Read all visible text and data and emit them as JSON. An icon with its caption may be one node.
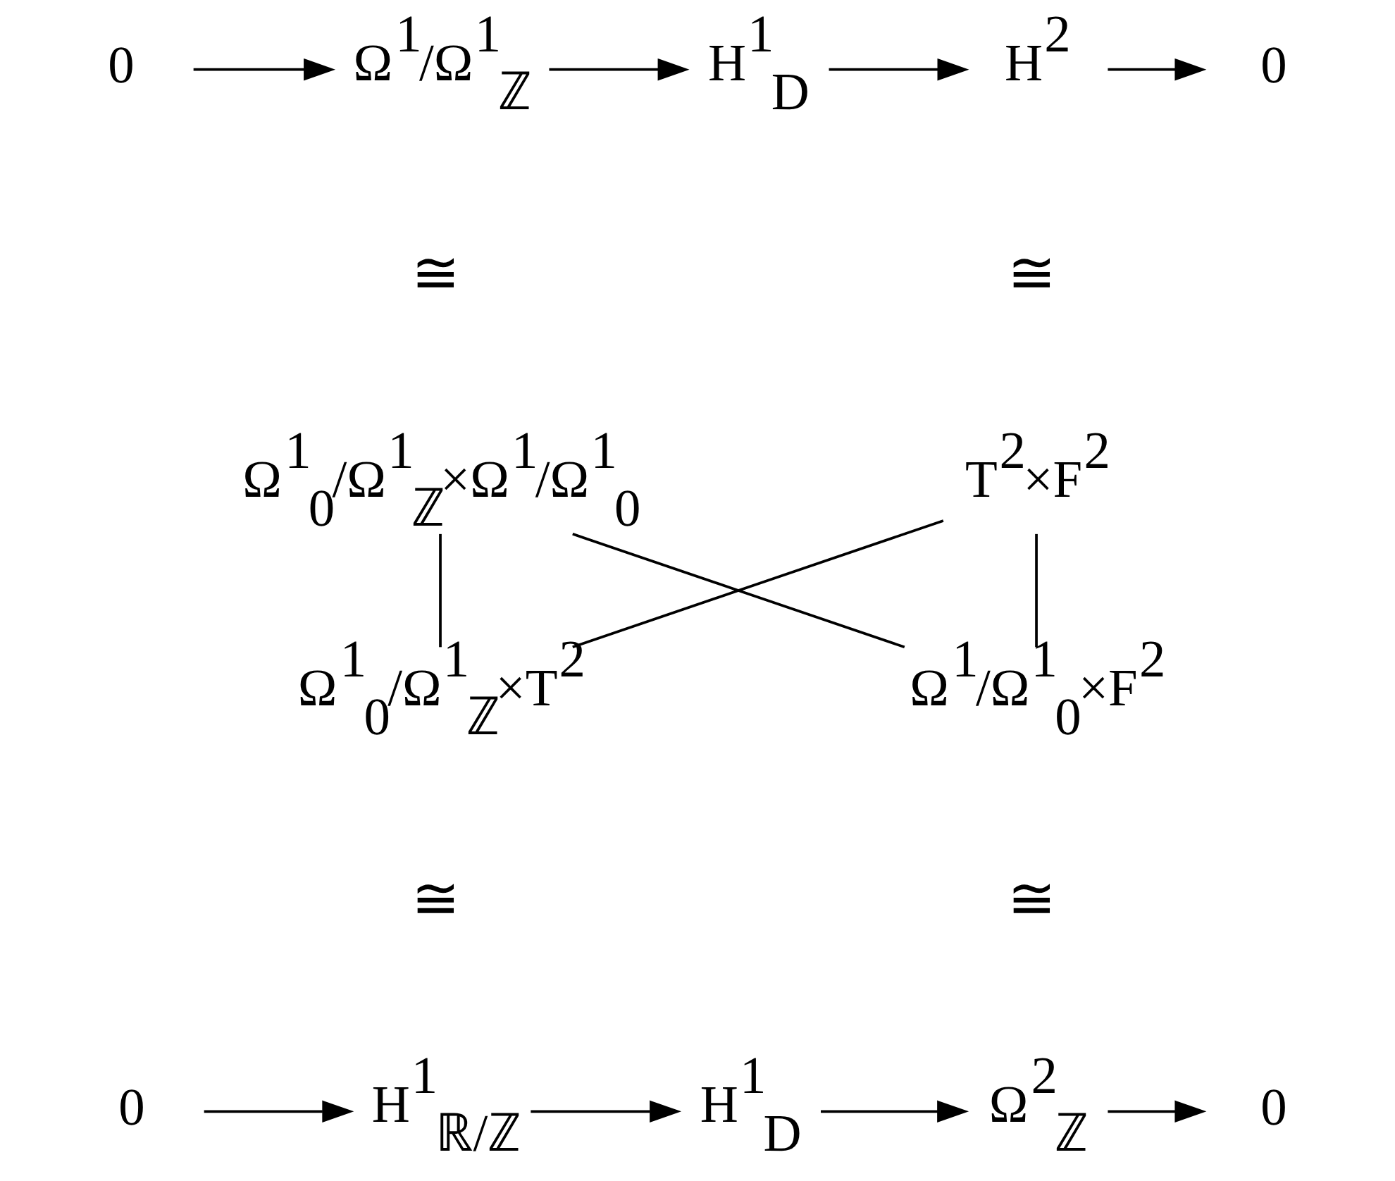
{
  "diagram": {
    "nodes": [
      {
        "text": [
          "0"
        ]
      },
      {
        "text": [
          "Ω$^{1}$/Ω$^{1}$$_{ℤ}$"
        ]
      },
      {
        "text": [
          "H$^{1}$$_{D}$"
        ]
      },
      {
        "text": [
          "H$^{2}$"
        ]
      },
      {
        "text": [
          "0"
        ]
      },
      {
        "text": [
          "Ω$^{1}$$_{0}$/Ω$^{1}$$_{ℤ}$×Ω$^{1}$/Ω$^{1}$$_{0}$"
        ]
      },
      {
        "text": [
          "T$^{2}$×F$^{2}$"
        ]
      },
      {
        "text": [
          "Ω$^{1}$$_{0}$/Ω$^{1}$$_{ℤ}$×T$^{2}$"
        ]
      },
      {
        "text": [
          "Ω$^{1}$/Ω$^{1}$$_{0}$×F$^{2}$"
        ]
      },
      {
        "text": [
          "0"
        ]
      },
      {
        "text": [
          "H$^{1}$$_{ℝ/ℤ}$"
        ]
      },
      {
        "text": [
          "H$^{1}$$_{D}$"
        ]
      },
      {
        "text": [
          "Ω$^{2}$$_{ℤ}$"
        ]
      },
      {
        "text": [
          "0"
        ]
      }
    ],
    "edges": [
      {
        "from": 0,
        "to": 1,
        "arrow": "to"
      },
      {
        "from": 1,
        "to": 2,
        "arrow": "to"
      },
      {
        "from": 2,
        "to": 3,
        "arrow": "to"
      },
      {
        "from": 3,
        "to": 4,
        "arrow": "to"
      },
      {
        "from": 5,
        "to": 7,
        "arrow": "none"
      },
      {
        "from": 5,
        "to": 8,
        "arrow": "none"
      },
      {
        "from": 6,
        "to": 7,
        "arrow": "none"
      },
      {
        "from": 6,
        "to": 8,
        "arrow": "none"
      },
      {
        "from": 9,
        "to": 10,
        "arrow": "to"
      },
      {
        "from": 10,
        "to": 11,
        "arrow": "to"
      },
      {
        "from": 11,
        "to": 12,
        "arrow": "to"
      },
      {
        "from": 12,
        "to": 13,
        "arrow": "to"
      }
    ],
    "labels": [
      "≅",
      "≅",
      "≅",
      "≅"
    ]
  }
}
